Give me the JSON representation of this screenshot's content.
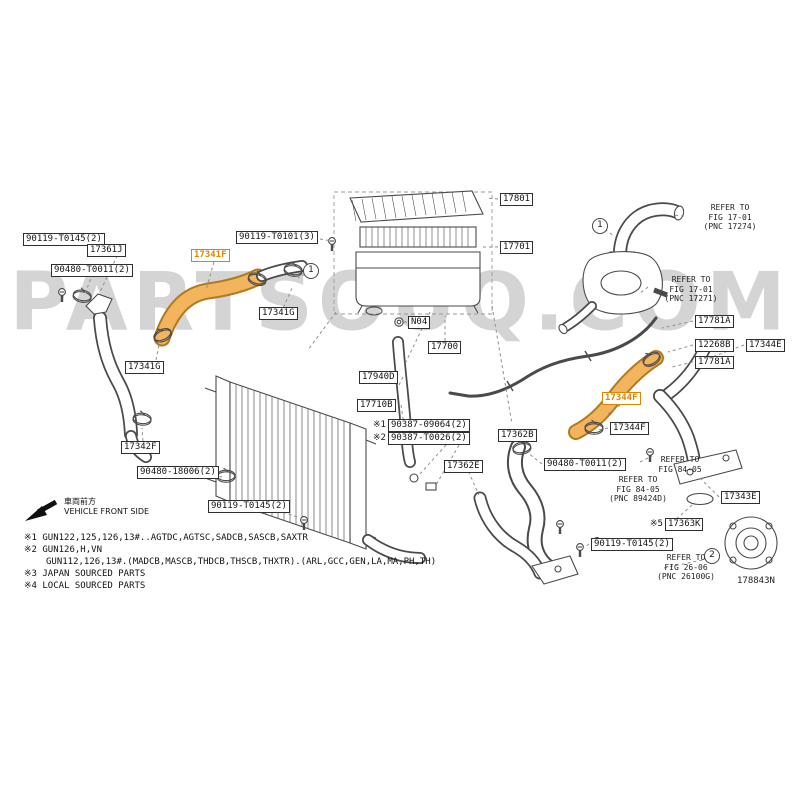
{
  "watermark": "PARTSOUQ.COM",
  "diagram_code": "178843N",
  "labels": [
    {
      "text": "90119-T0145(2)"
    },
    {
      "text": "17361J"
    },
    {
      "text": "90480-T0011(2)"
    },
    {
      "text": "17341F",
      "highlight": true
    },
    {
      "text": "90119-T0101(3)"
    },
    {
      "text": "17341G"
    },
    {
      "text": "17341G"
    },
    {
      "text": "17342F"
    },
    {
      "text": "90480-18006(2)"
    },
    {
      "text": "90119-T0145(2)"
    },
    {
      "text": "17940D"
    },
    {
      "text": "17710B"
    },
    {
      "prefix": "※1",
      "text": "90387-09064(2)"
    },
    {
      "prefix": "※2",
      "text": "90387-T0026(2)"
    },
    {
      "text": "17700"
    },
    {
      "text": "N04"
    },
    {
      "text": "17701"
    },
    {
      "text": "17801"
    },
    {
      "text": "17781A"
    },
    {
      "text": "12268B"
    },
    {
      "text": "17344E"
    },
    {
      "text": "17781A"
    },
    {
      "text": "17344F",
      "highlight": true
    },
    {
      "text": "17344F"
    },
    {
      "text": "17362B"
    },
    {
      "text": "17362E"
    },
    {
      "text": "90480-T0011(2)"
    },
    {
      "text": "17343E"
    },
    {
      "prefix": "※5",
      "text": "17363K"
    },
    {
      "text": "90119-T0145(2)"
    }
  ],
  "callouts": [
    {
      "n": "1"
    },
    {
      "n": "1"
    },
    {
      "n": "2"
    }
  ],
  "ref_notes": [
    {
      "text": "REFER TO\nFIG 17-01\n(PNC 17274)"
    },
    {
      "text": "REFER TO\nFIG 17-01\n(PNC 17271)"
    },
    {
      "text": "REFER TO\nFIG 84-05"
    },
    {
      "text": "REFER TO\nFIG 84-05\n(PNC 89424D)"
    },
    {
      "text": "REFER TO\nFIG 26-06\n(PNC 26100G)"
    }
  ],
  "footer": {
    "vehicle_front_jp": "車両前方",
    "vehicle_front_en": "VEHICLE FRONT SIDE",
    "notes": [
      "※1 GUN122,125,126,13#..AGTDC,AGTSC,SADCB,SASCB,SAXTR",
      "※2 GUN126,H,VN",
      "GUN112,126,13#.(MADCB,MASCB,THDCB,THSCB,THXTR).(ARL,GCC,GEN,LA,MA,PH,TH)",
      "※3 JAPAN SOURCED PARTS",
      "※4 LOCAL SOURCED PARTS"
    ]
  }
}
